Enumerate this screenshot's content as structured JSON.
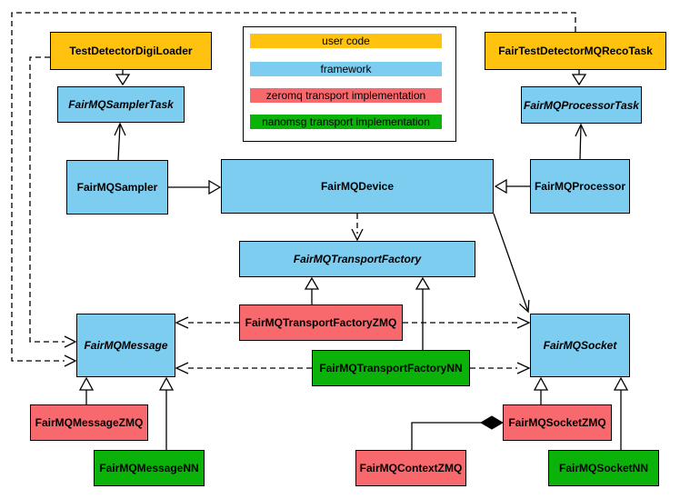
{
  "colors": {
    "user_code": "#FFC20E",
    "framework": "#7DCDF1",
    "zeromq": "#F8696D",
    "nanomsg": "#0AB20A",
    "border": "#000000",
    "background": "#FFFFFF"
  },
  "legend": {
    "items": [
      {
        "label": "user code",
        "category": "user_code"
      },
      {
        "label": "framework",
        "category": "framework"
      },
      {
        "label": "zeromq transport implementation",
        "category": "zeromq"
      },
      {
        "label": "nanomsg transport implementation",
        "category": "nanomsg"
      }
    ]
  },
  "nodes": {
    "testDetectorDigiLoader": {
      "label": "TestDetectorDigiLoader",
      "category": "user_code",
      "abstract": false
    },
    "fairTestDetectorMQRecoTask": {
      "label": "FairTestDetectorMQRecoTask",
      "category": "user_code",
      "abstract": false
    },
    "fairMQSamplerTask": {
      "label": "FairMQSamplerTask",
      "category": "framework",
      "abstract": true
    },
    "fairMQProcessorTask": {
      "label": "FairMQProcessorTask",
      "category": "framework",
      "abstract": true
    },
    "fairMQSampler": {
      "label": "FairMQSampler",
      "category": "framework",
      "abstract": false
    },
    "fairMQDevice": {
      "label": "FairMQDevice",
      "category": "framework",
      "abstract": false
    },
    "fairMQProcessor": {
      "label": "FairMQProcessor",
      "category": "framework",
      "abstract": false
    },
    "fairMQTransportFactory": {
      "label": "FairMQTransportFactory",
      "category": "framework",
      "abstract": true
    },
    "fairMQTransportFactoryZMQ": {
      "label": "FairMQTransportFactoryZMQ",
      "category": "zeromq",
      "abstract": false
    },
    "fairMQTransportFactoryNN": {
      "label": "FairMQTransportFactoryNN",
      "category": "nanomsg",
      "abstract": false
    },
    "fairMQMessage": {
      "label": "FairMQMessage",
      "category": "framework",
      "abstract": true
    },
    "fairMQSocket": {
      "label": "FairMQSocket",
      "category": "framework",
      "abstract": true
    },
    "fairMQMessageZMQ": {
      "label": "FairMQMessageZMQ",
      "category": "zeromq",
      "abstract": false
    },
    "fairMQMessageNN": {
      "label": "FairMQMessageNN",
      "category": "nanomsg",
      "abstract": false
    },
    "fairMQContextZMQ": {
      "label": "FairMQContextZMQ",
      "category": "zeromq",
      "abstract": false
    },
    "fairMQSocketZMQ": {
      "label": "FairMQSocketZMQ",
      "category": "zeromq",
      "abstract": false
    },
    "fairMQSocketNN": {
      "label": "FairMQSocketNN",
      "category": "nanomsg",
      "abstract": false
    }
  },
  "edges": [
    {
      "from": "TestDetectorDigiLoader",
      "to": "FairMQSamplerTask",
      "type": "inheritance",
      "style": "solid"
    },
    {
      "from": "FairTestDetectorMQRecoTask",
      "to": "FairMQProcessorTask",
      "type": "inheritance",
      "style": "solid"
    },
    {
      "from": "FairMQSampler",
      "to": "FairMQSamplerTask",
      "type": "association",
      "style": "solid"
    },
    {
      "from": "FairMQProcessor",
      "to": "FairMQProcessorTask",
      "type": "association",
      "style": "solid"
    },
    {
      "from": "FairMQSampler",
      "to": "FairMQDevice",
      "type": "inheritance",
      "style": "solid"
    },
    {
      "from": "FairMQProcessor",
      "to": "FairMQDevice",
      "type": "inheritance",
      "style": "solid"
    },
    {
      "from": "FairMQDevice",
      "to": "FairMQTransportFactory",
      "type": "dependency",
      "style": "dashed"
    },
    {
      "from": "FairMQDevice",
      "to": "FairMQSocket",
      "type": "association",
      "style": "solid"
    },
    {
      "from": "FairMQTransportFactoryZMQ",
      "to": "FairMQTransportFactory",
      "type": "inheritance",
      "style": "solid"
    },
    {
      "from": "FairMQTransportFactoryNN",
      "to": "FairMQTransportFactory",
      "type": "inheritance",
      "style": "solid"
    },
    {
      "from": "FairMQTransportFactoryZMQ",
      "to": "FairMQMessage",
      "type": "dependency",
      "style": "dashed"
    },
    {
      "from": "FairMQTransportFactoryZMQ",
      "to": "FairMQSocket",
      "type": "dependency",
      "style": "dashed"
    },
    {
      "from": "FairMQTransportFactoryNN",
      "to": "FairMQMessage",
      "type": "dependency",
      "style": "dashed"
    },
    {
      "from": "FairMQTransportFactoryNN",
      "to": "FairMQSocket",
      "type": "dependency",
      "style": "dashed"
    },
    {
      "from": "TestDetectorDigiLoader",
      "to": "FairMQMessage",
      "type": "dependency",
      "style": "dashed"
    },
    {
      "from": "FairTestDetectorMQRecoTask",
      "to": "FairMQMessage",
      "type": "dependency",
      "style": "dashed"
    },
    {
      "from": "FairMQMessageZMQ",
      "to": "FairMQMessage",
      "type": "inheritance",
      "style": "solid"
    },
    {
      "from": "FairMQMessageNN",
      "to": "FairMQMessage",
      "type": "inheritance",
      "style": "solid"
    },
    {
      "from": "FairMQSocketZMQ",
      "to": "FairMQSocket",
      "type": "inheritance",
      "style": "solid"
    },
    {
      "from": "FairMQSocketNN",
      "to": "FairMQSocket",
      "type": "inheritance",
      "style": "solid"
    },
    {
      "from": "FairMQSocketZMQ",
      "to": "FairMQContextZMQ",
      "type": "composition",
      "style": "solid"
    }
  ]
}
